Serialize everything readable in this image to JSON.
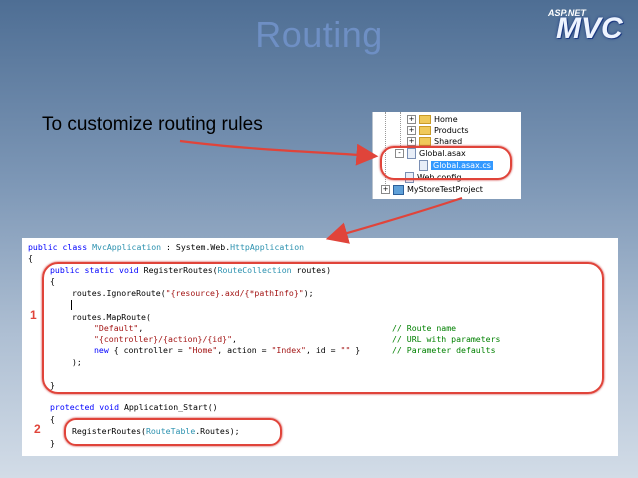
{
  "slide": {
    "title": "Routing",
    "subtitle": "To customize routing rules"
  },
  "logo": {
    "prefix": "ASP.NET",
    "text": "MVC"
  },
  "solution_tree": {
    "items": [
      {
        "label": "Home",
        "icon": "folder-icon",
        "expander": "+"
      },
      {
        "label": "Products",
        "icon": "folder-icon",
        "expander": "+"
      },
      {
        "label": "Shared",
        "icon": "folder-icon",
        "expander": "+"
      },
      {
        "label": "Global.asax",
        "icon": "file-icon",
        "expander": "-"
      },
      {
        "label": "Global.asax.cs",
        "icon": "file-icon",
        "selected": true
      },
      {
        "label": "Web.config",
        "icon": "file-icon"
      },
      {
        "label": "MyStoreTestProject",
        "icon": "project-icon",
        "expander": "+"
      }
    ]
  },
  "code": {
    "l1_kw": "public class",
    "l1_type": "MvcApplication",
    "l1_mid": " : System.Web.",
    "l1_type2": "HttpApplication",
    "l2": "{",
    "l3_kw": "public static void",
    "l3_mid": " RegisterRoutes(",
    "l3_type": "RouteCollection",
    "l3_end": " routes)",
    "l4": "{",
    "l5_a": "routes.IgnoreRoute(",
    "l5_str": "\"{resource}.axd/{*pathInfo}\"",
    "l5_end": ");",
    "l7": "routes.MapRoute(",
    "l8_str": "\"Default\"",
    "l8_end": ",",
    "l8_cm": "// Route name",
    "l9_str": "\"{controller}/{action}/{id}\"",
    "l9_end": ",",
    "l9_cm": "// URL with parameters",
    "l10_kw": "new",
    "l10_a": " { controller = ",
    "l10_s1": "\"Home\"",
    "l10_b": ", action = ",
    "l10_s2": "\"Index\"",
    "l10_c": ", id = ",
    "l10_s3": "\"\"",
    "l10_d": " }",
    "l10_cm": "// Parameter defaults",
    "l11": ");",
    "l13": "}",
    "l15_kw": "protected void",
    "l15_mid": " Application_Start()",
    "l16": "{",
    "l17_a": "RegisterRoutes(",
    "l17_type": "RouteTable",
    "l17_end": ".Routes);",
    "l18": "}"
  },
  "callouts": {
    "one": "1",
    "two": "2"
  }
}
